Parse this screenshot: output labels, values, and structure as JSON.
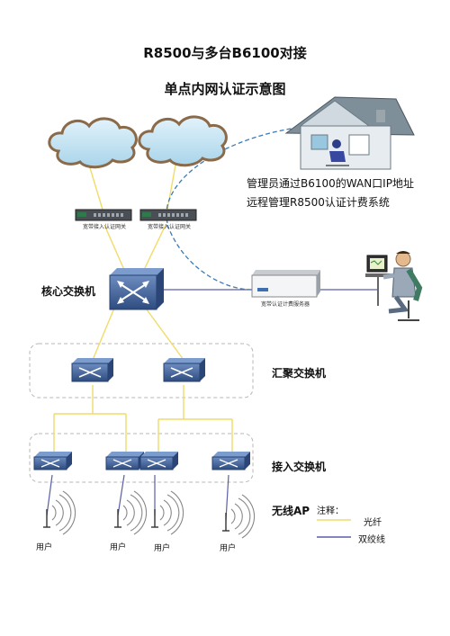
{
  "title_line1": "R8500与多台B6100对接",
  "title_line2": "单点内网认证示意图",
  "note_admin_line1": "管理员通过B6100的WAN口IP地址",
  "note_admin_line2": "远程管理R8500认证计费系统",
  "gateway_label": "宽带接入认证网关",
  "server_label": "宽带认证计费服务器",
  "layers": {
    "core": "核心交换机",
    "aggregation": "汇聚交换机",
    "access": "接入交换机",
    "wireless": "无线AP"
  },
  "user_label": "用户",
  "legend": {
    "title": "注释：",
    "fiber": "光纤",
    "twisted": "双绞线"
  },
  "colors": {
    "fiber": "#f0dc6a",
    "twisted": "#5a5fa8",
    "dashed": "#3a7ab8",
    "switch": "#3e5f94",
    "cloud": "#b9dcef"
  }
}
